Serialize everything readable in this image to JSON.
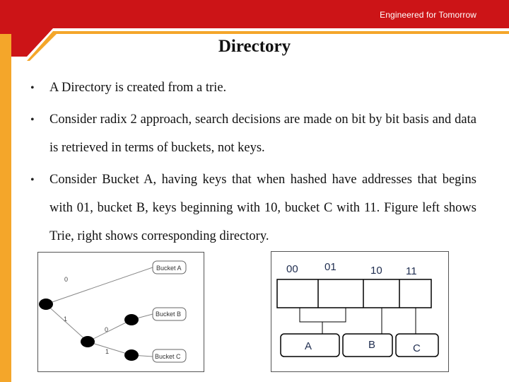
{
  "header": {
    "brand_text": "Engineered for Tomorrow"
  },
  "slide": {
    "title": "Directory",
    "bullets": [
      {
        "symbol": "•",
        "text": "A Directory is created from a trie."
      },
      {
        "symbol": "•",
        "text": "Consider radix 2 approach, search decisions are made on bit by bit basis and data is retrieved in terms of buckets, not keys."
      },
      {
        "symbol": "•",
        "text": "Consider Bucket A, having keys that when hashed have addresses that begins with 01, bucket B, keys beginning with 10, bucket C with 11. Figure left shows Trie, right shows corresponding directory."
      }
    ]
  },
  "trie": {
    "edge_labels": [
      "0",
      "1",
      "0",
      "1"
    ],
    "buckets": [
      "Bucket A",
      "Bucket B",
      "Bucket C"
    ]
  },
  "directory": {
    "addresses": [
      "00",
      "01",
      "10",
      "11"
    ],
    "buckets": [
      "A",
      "B",
      "C"
    ]
  },
  "colors": {
    "header_red": "#cc1417",
    "accent_orange": "#f4a62a",
    "node_black": "#000000"
  }
}
